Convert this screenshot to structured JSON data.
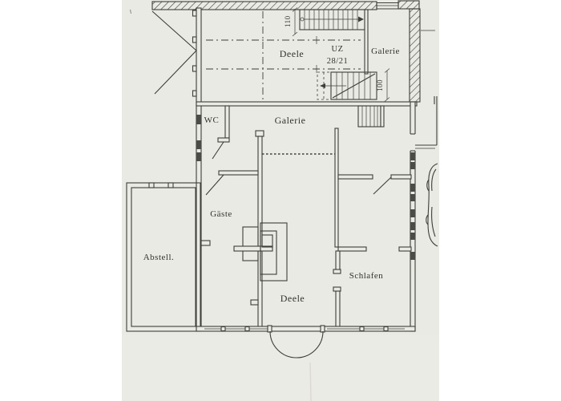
{
  "colors": {
    "background": "#ffffff",
    "paper": "#e9eae4",
    "ink": "#3f3e3a",
    "text": "#34332f"
  },
  "labels": {
    "upper_deele": "Deele",
    "uz": "UZ",
    "uz_number": "28/21",
    "upper_galerie": "Galerie",
    "wc": "WC",
    "mid_galerie": "Galerie",
    "gaeste": "Gäste",
    "abstell": "Abstell.",
    "lower_deele": "Deele",
    "schlafen": "Schlafen"
  },
  "dimensions": {
    "upper_stair_width": "110",
    "mid_stair_width": "100"
  }
}
